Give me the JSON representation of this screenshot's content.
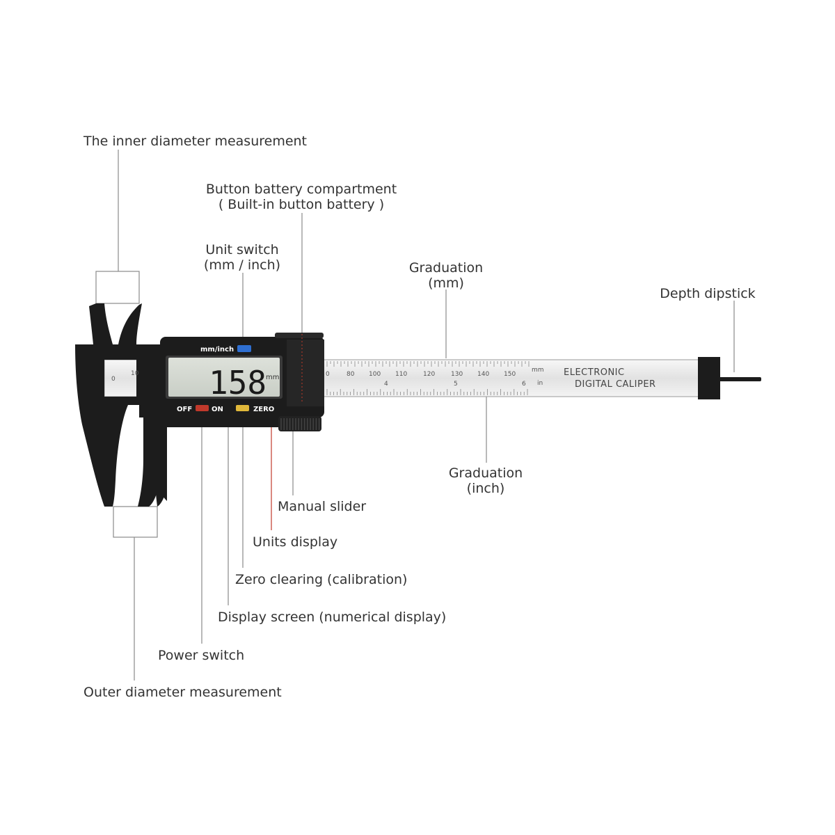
{
  "labels": {
    "inner_diameter": "The inner diameter measurement",
    "battery_line1": "Button battery compartment",
    "battery_line2": "( Built-in button battery )",
    "unit_switch_line1": "Unit switch",
    "unit_switch_line2": "(mm / inch)",
    "graduation_mm_line1": "Graduation",
    "graduation_mm_line2": "(mm)",
    "depth_dipstick": "Depth dipstick",
    "graduation_inch_line1": "Graduation",
    "graduation_inch_line2": "(inch)",
    "manual_slider": "Manual slider",
    "units_display": "Units display",
    "zero_clearing": "Zero clearing (calibration)",
    "display_screen": "Display screen (numerical display)",
    "power_switch": "Power switch",
    "outer_diameter": "Outer diameter measurement"
  },
  "device": {
    "mode_label": "mm/inch",
    "reading": "158",
    "unit": "mm",
    "off_label": "OFF",
    "on_label": "ON",
    "zero_label": "ZERO",
    "brand_line1": "ELECTRONIC",
    "brand_line2": "DIGITAL CALIPER",
    "scale_left": [
      "0",
      "10"
    ],
    "scale_mm": [
      "0",
      "80",
      "100",
      "110",
      "120",
      "130",
      "140",
      "150"
    ],
    "scale_mm_unit": "mm",
    "scale_in_unit": "in",
    "scale_inch": [
      "4",
      "5",
      "6"
    ]
  },
  "colors": {
    "body": "#1c1c1c",
    "beam": "#e9e9e9",
    "lcd": "#d4d8d2",
    "button_red": "#c0392b",
    "button_yellow": "#e0b83a",
    "button_blue": "#2f6fd1",
    "leader": "#8a8a8a",
    "text": "#333333"
  }
}
